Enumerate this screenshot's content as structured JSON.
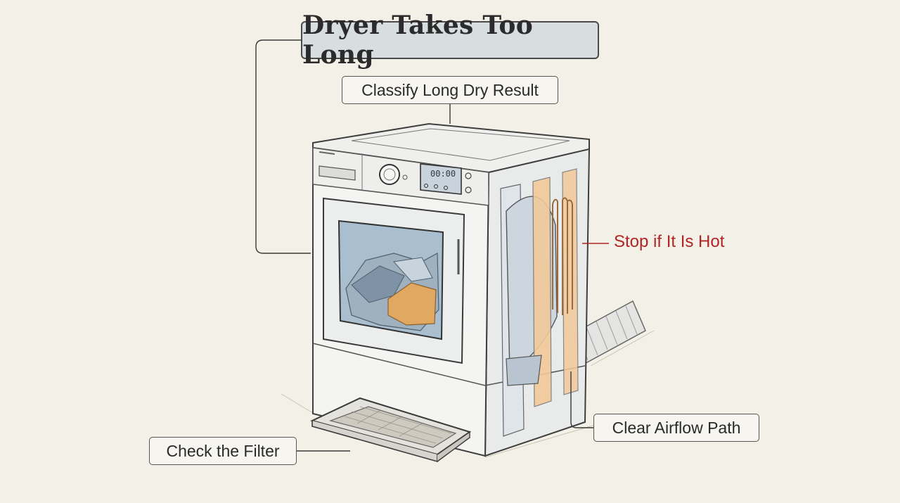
{
  "title": "Dryer Takes Too Long",
  "labels": {
    "classify": "Classify Long Dry Result",
    "hot": "Stop if It Is Hot",
    "airflow": "Clear Airflow Path",
    "filter": "Check the Filter"
  },
  "display": {
    "time": "00:00"
  },
  "colors": {
    "background": "#f3f0e7",
    "title_fill": "#d8dde0",
    "warning_text": "#b02525",
    "heat_highlight": "#f2c99a",
    "glass": "#a9bfd0"
  }
}
